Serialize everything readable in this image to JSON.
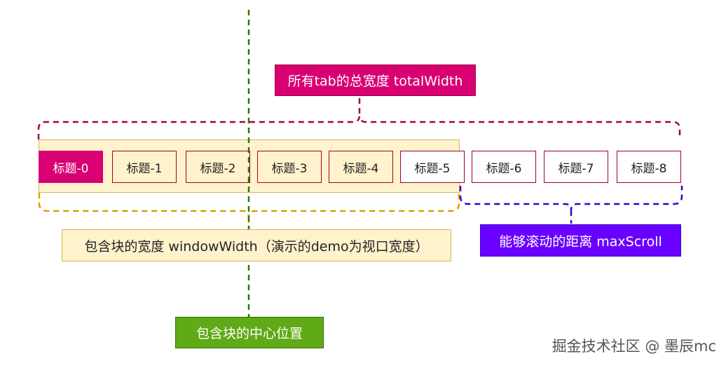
{
  "labels": {
    "total_width": "所有tab的总宽度 totalWidth",
    "window_width": "包含块的宽度 windowWidth（演示的demo为视口宽度）",
    "max_scroll": "能够滚动的距离 maxScroll",
    "container_center": "包含块的中心位置"
  },
  "tabs": [
    {
      "label": "标题-0",
      "active": true
    },
    {
      "label": "标题-1",
      "active": false
    },
    {
      "label": "标题-2",
      "active": false
    },
    {
      "label": "标题-3",
      "active": false
    },
    {
      "label": "标题-4",
      "active": false
    },
    {
      "label": "标题-5",
      "active": false
    },
    {
      "label": "标题-6",
      "active": false
    },
    {
      "label": "标题-7",
      "active": false
    },
    {
      "label": "标题-8",
      "active": false
    }
  ],
  "watermark": "掘金技术社区 @ 墨辰mc",
  "colors": {
    "total_brace": "#a50040",
    "window_brace": "#d6a000",
    "max_scroll_brace": "#3700cc",
    "center_line": "#2d7600",
    "active_tab": "#d80073",
    "tab_border": "#a20025"
  }
}
